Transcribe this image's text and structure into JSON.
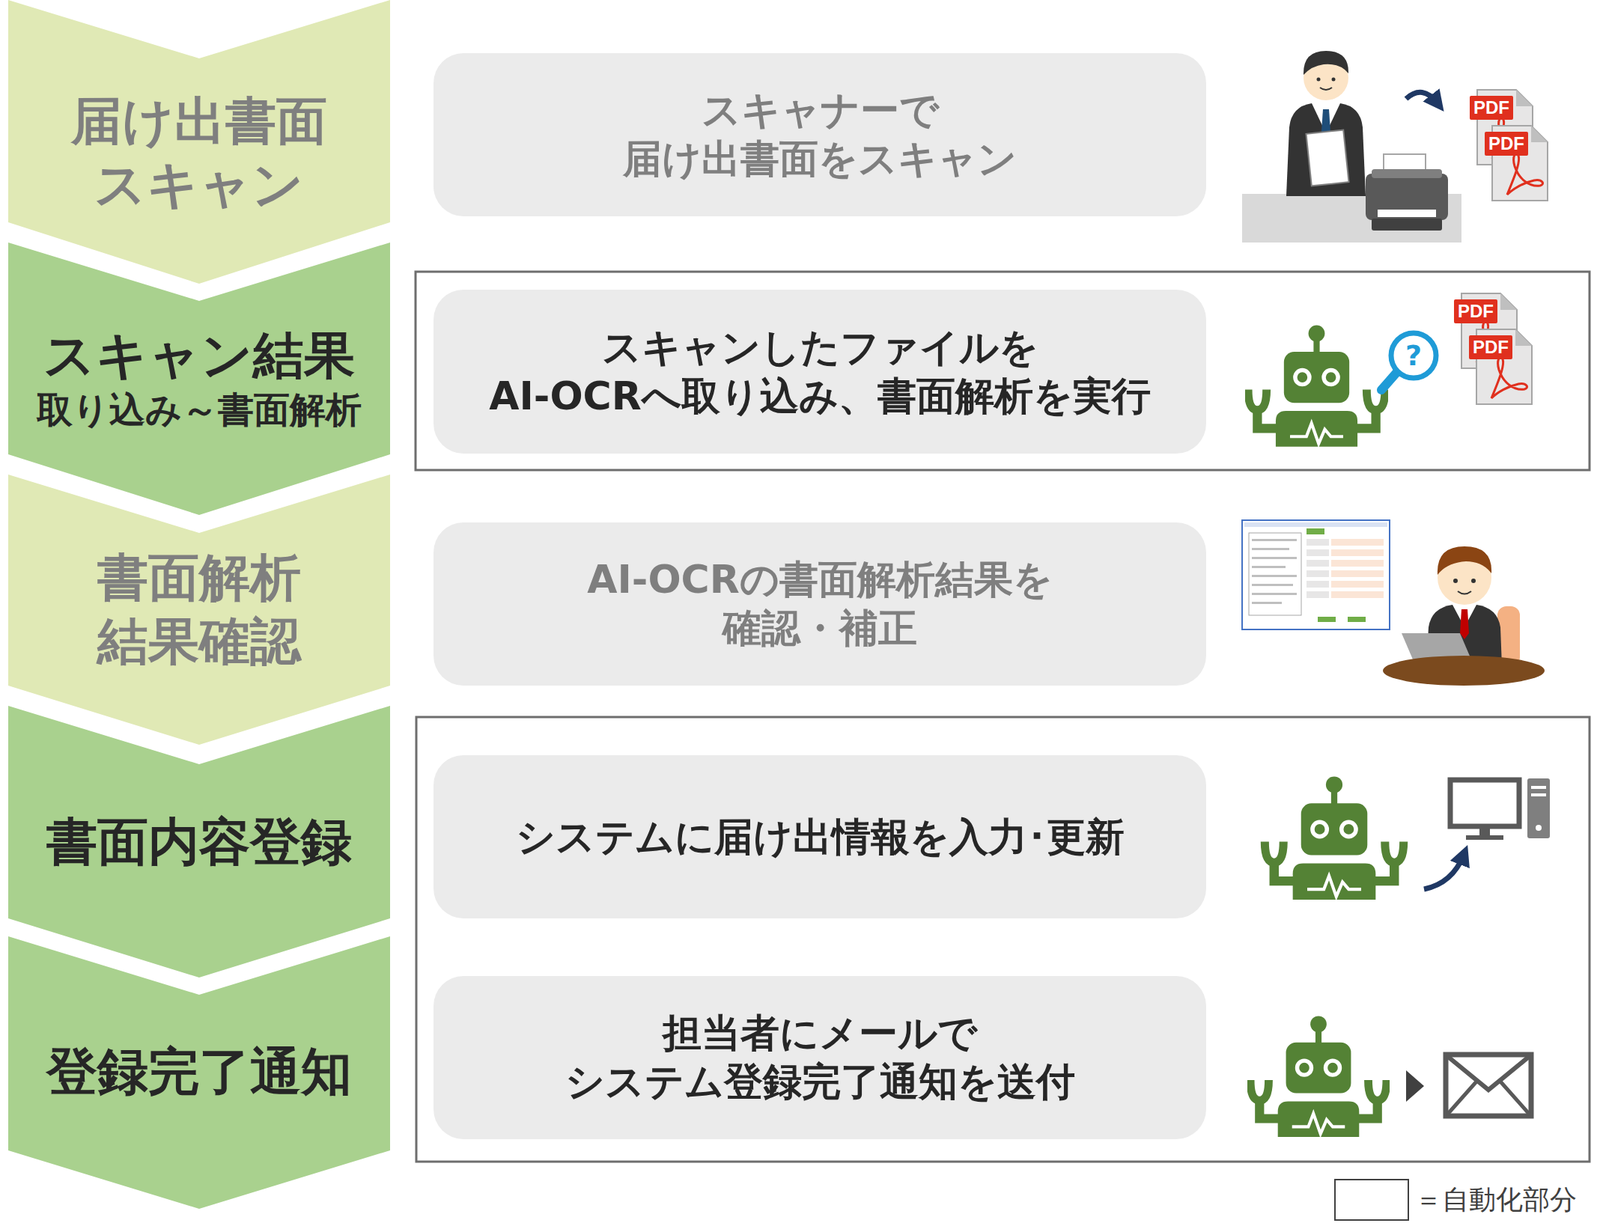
{
  "diagram": {
    "nodes": [
      {
        "text": [
          "届け出書面 スキャン"
        ]
      },
      {
        "text": [
          "スキャナーで 届け出書面をスキャン"
        ]
      },
      {
        "text": [
          "スキャン結果",
          "取り込み～書面解析"
        ]
      },
      {
        "text": [
          "スキャンしたファイルを AI-OCRへ取り込み、書面解析を実行"
        ]
      },
      {
        "text": [
          "書面解析 結果確認"
        ]
      },
      {
        "text": [
          "AI-OCRの書面解析結果を 確認・補正"
        ]
      },
      {
        "text": [
          "書面内容登録"
        ]
      },
      {
        "text": [
          "システムに届け出情報を入力･更新"
        ]
      },
      {
        "text": [
          "登録完了通知"
        ]
      },
      {
        "text": [
          "担当者にメールで システム登録完了通知を送付"
        ]
      }
    ],
    "labels": [
      "PDF",
      "PDF",
      "?",
      "PDF",
      "PDF"
    ],
    "legend": [
      {
        "text": "＝自動化部分"
      }
    ]
  }
}
